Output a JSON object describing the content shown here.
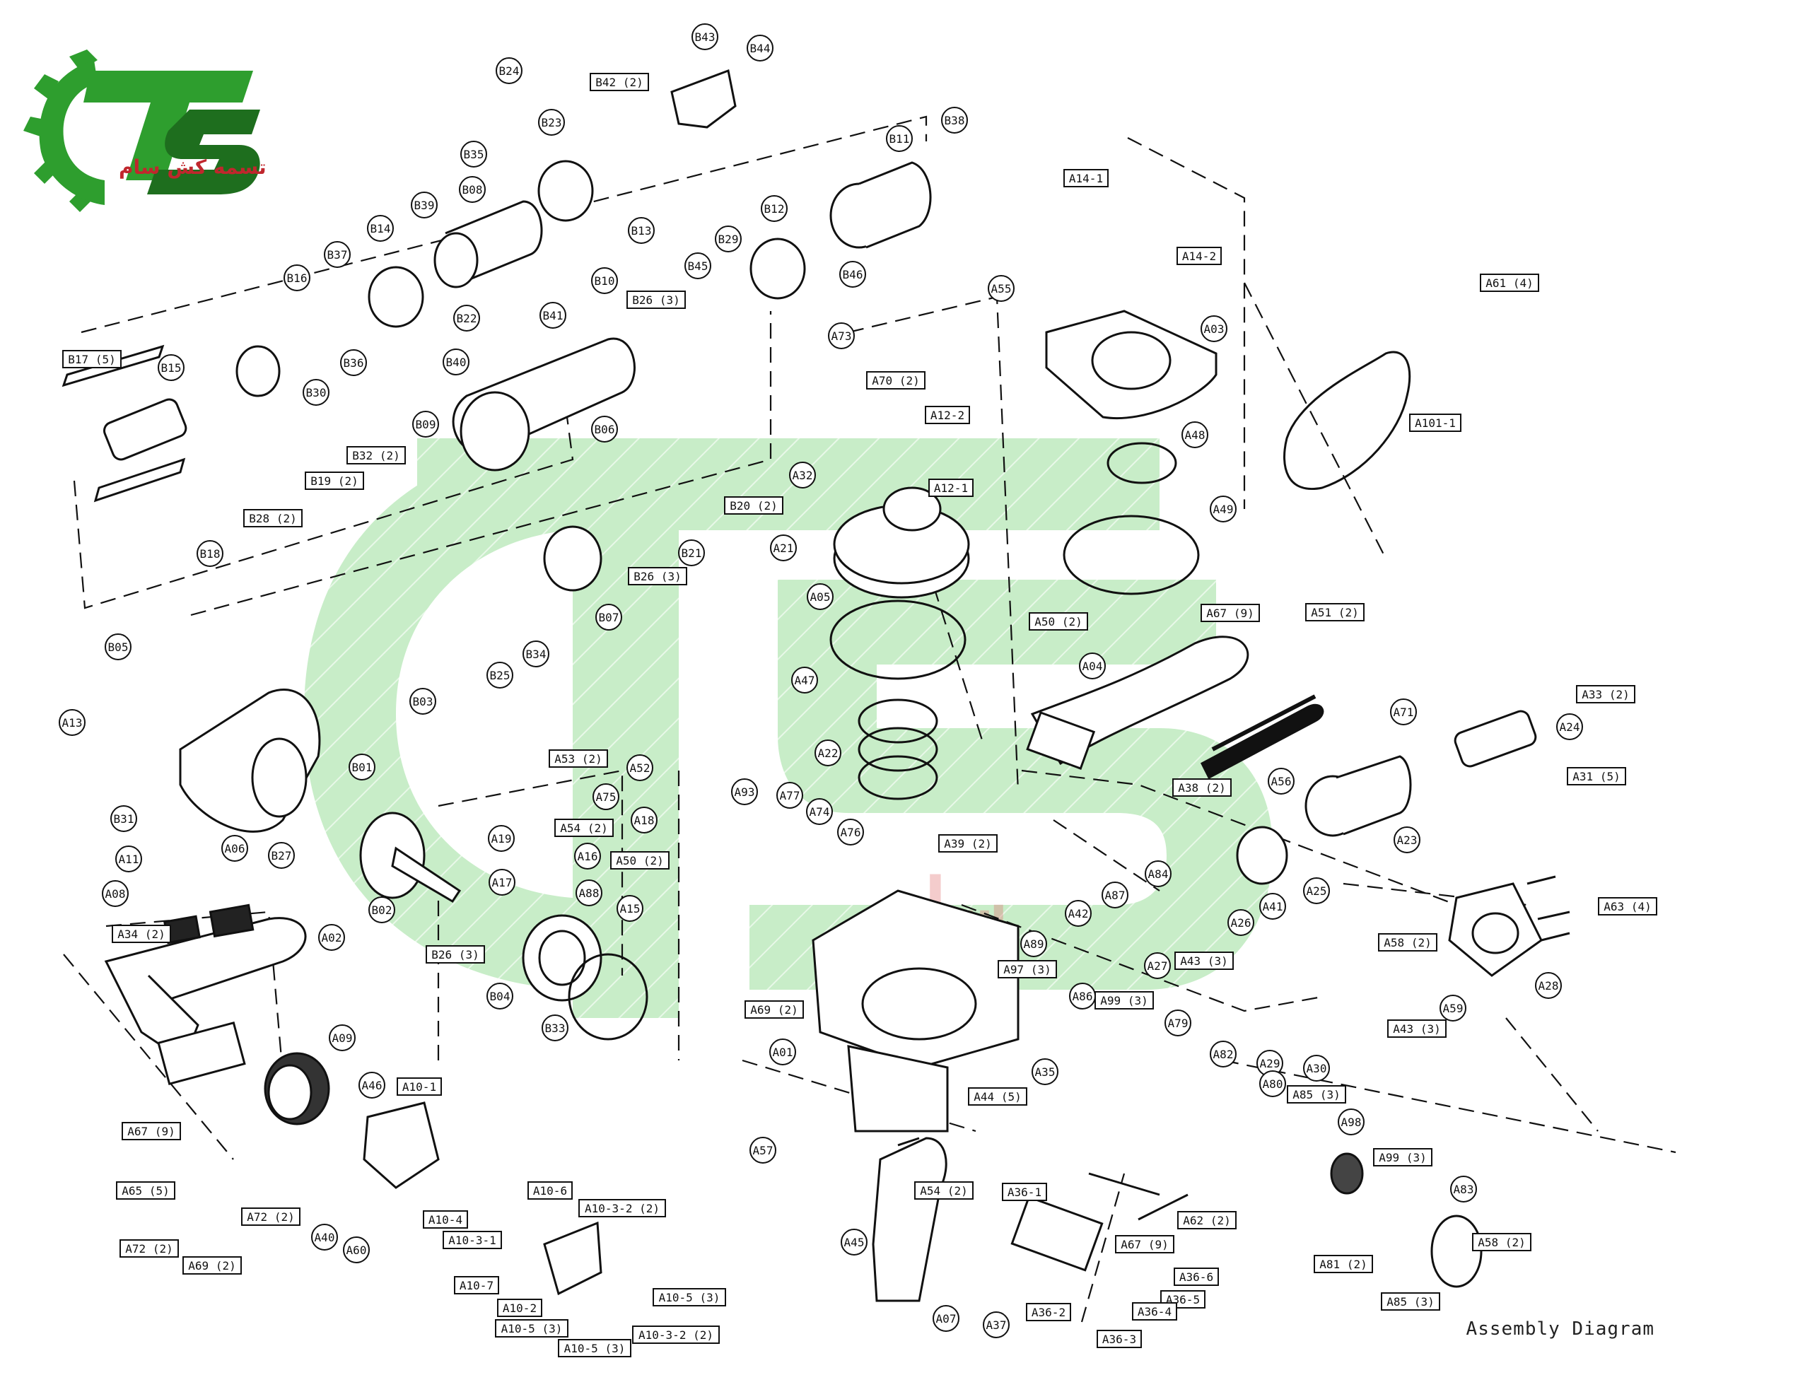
{
  "brand": {
    "logo_letters": "TS",
    "name_fa": "تسمه کش سام",
    "colors": {
      "green": "#2e9e2e",
      "dark_green": "#1e6e1e",
      "red": "#c0272d"
    }
  },
  "title": "Assembly Diagram",
  "callouts": {
    "circles": [
      "B43",
      "B44",
      "B24",
      "B23",
      "B35",
      "B08",
      "B38",
      "B11",
      "B12",
      "B39",
      "B14",
      "B37",
      "B16",
      "B13",
      "B10",
      "B41",
      "B22",
      "B40",
      "B36",
      "B30",
      "B15",
      "B29",
      "B45",
      "B46",
      "A55",
      "A03",
      "A48",
      "A49",
      "A73",
      "A32",
      "B06",
      "B09",
      "B18",
      "B21",
      "A21",
      "A05",
      "B07",
      "B34",
      "B25",
      "B05",
      "B03",
      "A47",
      "A04",
      "A22",
      "A13",
      "B01",
      "A52",
      "A75",
      "A18",
      "A19",
      "A17",
      "A16",
      "A88",
      "A93",
      "A77",
      "A74",
      "A76",
      "A56",
      "A71",
      "A24",
      "A23",
      "B31",
      "A11",
      "B27",
      "A06",
      "B02",
      "A08",
      "A02",
      "A84",
      "A87",
      "A42",
      "A89",
      "A26",
      "A41",
      "A25",
      "A27",
      "A86",
      "A79",
      "A82",
      "A30",
      "A29",
      "A59",
      "A28",
      "B04",
      "B33",
      "A15",
      "A01",
      "A57",
      "A80",
      "A98",
      "A09",
      "A46",
      "A35",
      "A83",
      "A45",
      "A07",
      "A37",
      "A40",
      "A60"
    ],
    "boxes": [
      "B42 (2)",
      "B17 (5)",
      "B26 (3)",
      "B32 (2)",
      "B19 (2)",
      "B28 (2)",
      "B20 (2)",
      "A70 (2)",
      "A12-2",
      "A12-1",
      "A14-1",
      "A14-2",
      "A61 (4)",
      "A101-1",
      "A50 (2)",
      "A67 (9)",
      "A51 (2)",
      "A33 (2)",
      "A53 (2)",
      "A54 (2)",
      "A38 (2)",
      "A31 (5)",
      "A50 (2)",
      "A39 (2)",
      "A63 (4)",
      "A58 (2)",
      "A43 (3)",
      "A97 (3)",
      "A99 (3)",
      "A69 (2)",
      "A34 (2)",
      "A43 (3)",
      "A44 (5)",
      "A85 (3)",
      "A10-1",
      "A10-6",
      "A10-4",
      "A10-3-1",
      "A10-3-2 (2)",
      "A10-7",
      "A10-2",
      "A10-5 (3)",
      "A10-5 (3)",
      "A10-3-2 (2)",
      "A10-5 (3)",
      "A65 (5)",
      "A72 (2)",
      "A72 (2)",
      "A69 (2)",
      "A67 (9)",
      "A54 (2)",
      "A36-1",
      "A62 (2)",
      "A67 (9)",
      "A36-6",
      "A36-5",
      "A36-4",
      "A36-2",
      "A36-3",
      "A81 (2)",
      "A85 (3)",
      "A58 (2)",
      "A99 (3)",
      "B26 (3)",
      "B26 (3)"
    ]
  }
}
